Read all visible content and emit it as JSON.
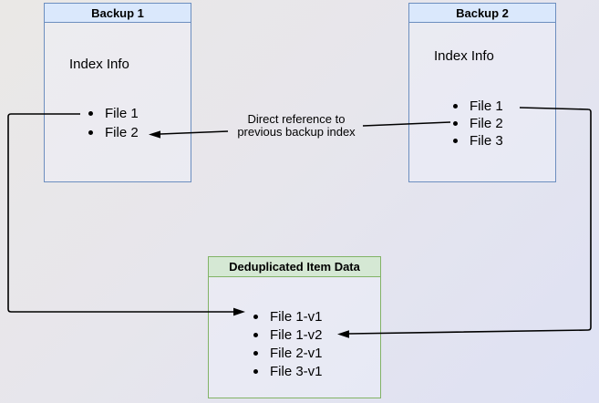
{
  "backup1": {
    "title": "Backup 1",
    "subtitle": "Index Info",
    "items": [
      "File 1",
      "File 2"
    ]
  },
  "backup2": {
    "title": "Backup 2",
    "subtitle": "Index Info",
    "items": [
      "File 1",
      "File 2",
      "File 3"
    ]
  },
  "dedup": {
    "title": "Deduplicated Item Data",
    "items": [
      "File 1-v1",
      "File 1-v2",
      "File 2-v1",
      "File 3-v1"
    ]
  },
  "annotation": {
    "lines": [
      "Direct reference to",
      "previous backup index"
    ]
  },
  "colors": {
    "backup_header_fill": "#dae8fc",
    "backup_border": "#6c8ebf",
    "dedup_header_fill": "#d5e8d4",
    "dedup_border": "#82b366",
    "connector": "#000000",
    "background_top_left": "#eae8e6",
    "background_bottom_right": "#dee1f4"
  }
}
